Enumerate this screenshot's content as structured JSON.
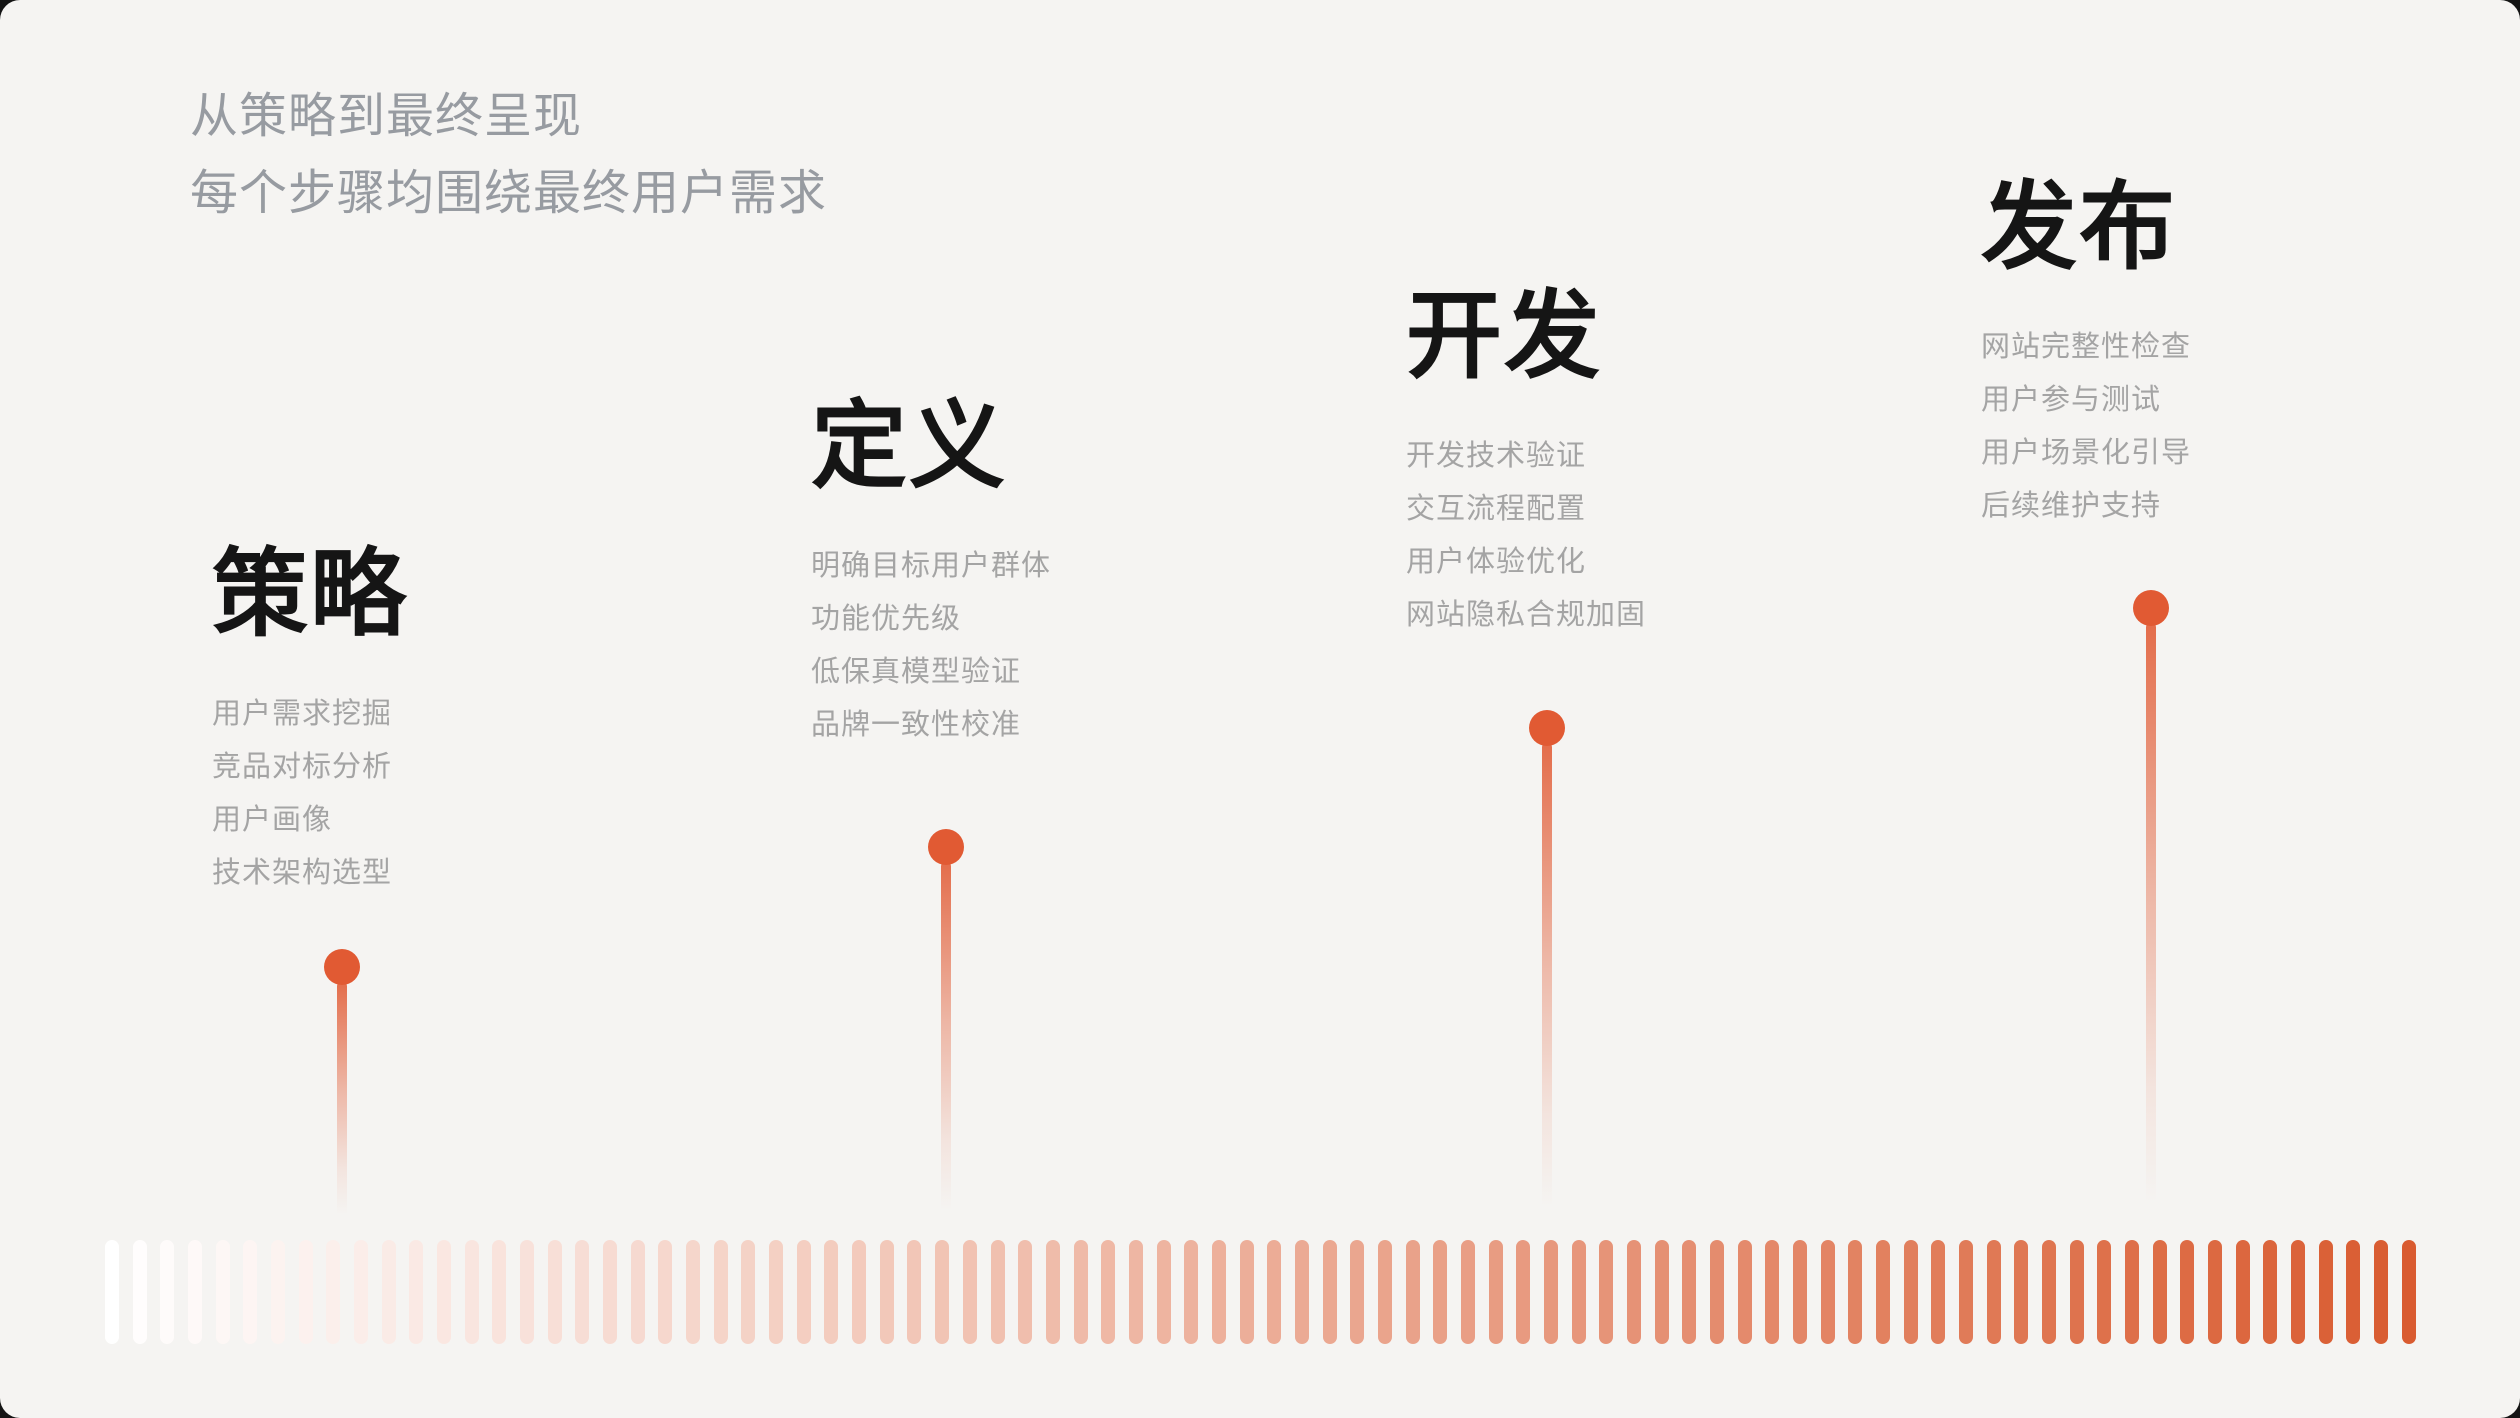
{
  "header": {
    "line1": "从策略到最终呈现",
    "line2": "每个步骤均围绕最终用户需求"
  },
  "steps": [
    {
      "title": "策略",
      "items": [
        "用户需求挖掘",
        "竞品对标分析",
        "用户画像",
        "技术架构选型"
      ]
    },
    {
      "title": "定义",
      "items": [
        "明确目标用户群体",
        "功能优先级",
        "低保真模型验证",
        "品牌一致性校准"
      ]
    },
    {
      "title": "开发",
      "items": [
        "开发技术验证",
        "交互流程配置",
        "用户体验优化",
        "网站隐私合规加固"
      ]
    },
    {
      "title": "发布",
      "items": [
        "网站完整性检查",
        "用户参与测试",
        "用户场景化引导",
        "后续维护支持"
      ]
    }
  ],
  "theme": {
    "background": "#f5f4f2",
    "accent": "#e15a33",
    "bar_gradient_start": "#ffffff",
    "bar_gradient_end": "#d95b30",
    "heading_color": "#151515",
    "subtitle_color": "#979ba1",
    "item_color": "#a4a4a4"
  },
  "timeline": {
    "bar_count": 84,
    "milestone_count": 4
  }
}
